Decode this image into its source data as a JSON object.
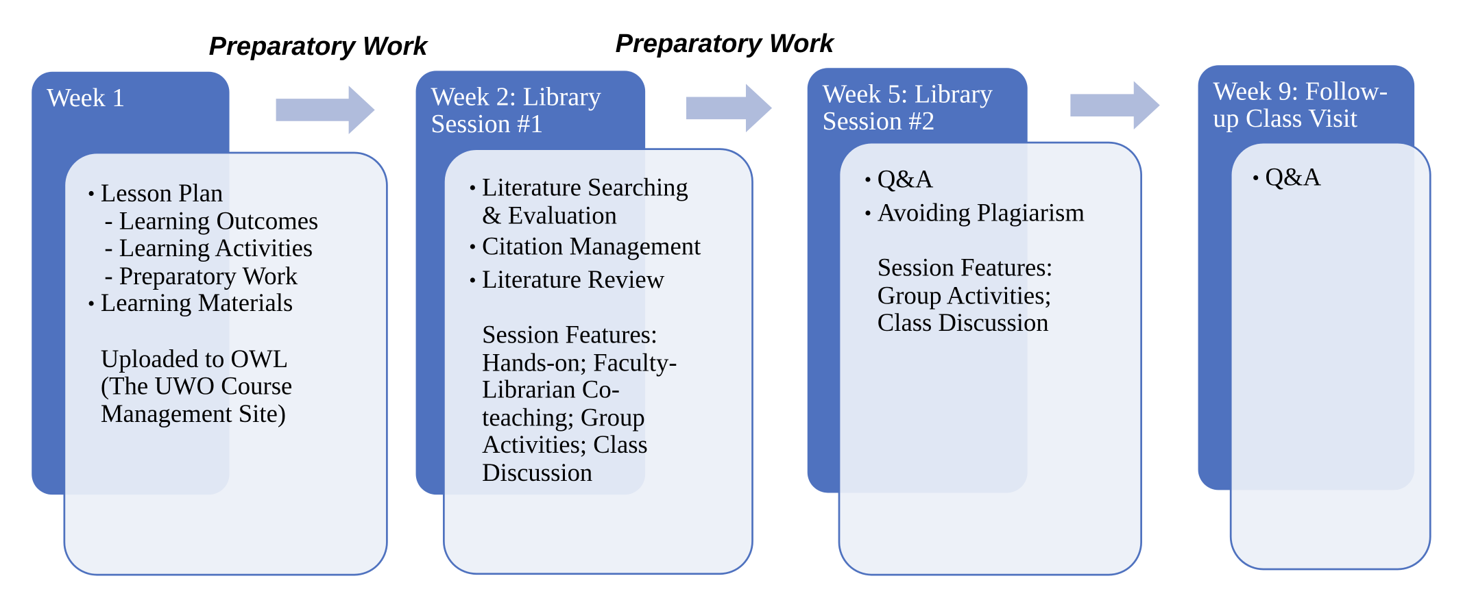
{
  "colors": {
    "header_fill": "#4f72bf",
    "card_fill": "#ecf0f8",
    "card_border": "#4f72bf",
    "arrow_fill": "#b0bcdc"
  },
  "prep_labels": [
    "Preparatory Work",
    "Preparatory Work"
  ],
  "steps": [
    {
      "header": "Week 1",
      "bullets": [
        {
          "text": "Lesson Plan",
          "subs": [
            "- Learning Outcomes",
            "- Learning Activities",
            "- Preparatory Work"
          ]
        },
        {
          "text": "Learning Materials",
          "subs": []
        }
      ],
      "paragraph_lines": [
        "Uploaded to OWL",
        "(The UWO Course",
        "Management Site)"
      ]
    },
    {
      "header_lines": [
        "Week 2: Library",
        "Session #1"
      ],
      "bullets": [
        {
          "lines": [
            "Literature Searching",
            "& Evaluation"
          ]
        },
        {
          "lines": [
            "Citation Management"
          ]
        },
        {
          "lines": [
            "Literature Review"
          ]
        }
      ],
      "paragraph_lines": [
        "Session Features:",
        "Hands-on; Faculty-",
        "Librarian Co-",
        "teaching; Group",
        "Activities; Class",
        "Discussion"
      ]
    },
    {
      "header_lines": [
        "Week 5: Library",
        "Session #2"
      ],
      "bullets": [
        {
          "lines": [
            "Q&A"
          ]
        },
        {
          "lines": [
            "Avoiding Plagiarism"
          ]
        }
      ],
      "paragraph_lines": [
        "Session Features:",
        "Group Activities;",
        "Class Discussion"
      ]
    },
    {
      "header_lines": [
        "Week 9: Follow-",
        "up Class Visit"
      ],
      "bullets": [
        {
          "lines": [
            "Q&A"
          ]
        }
      ]
    }
  ]
}
